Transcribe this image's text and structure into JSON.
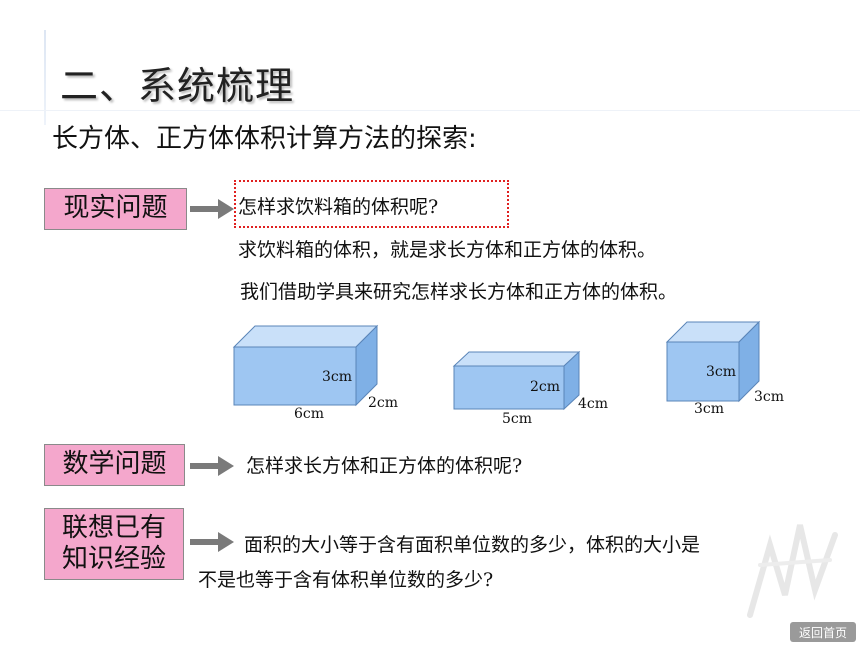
{
  "title": "二、系统梳理",
  "subtitle": "长方体、正方体体积计算方法的探索:",
  "sections": {
    "real_problem": {
      "label": "现实问题",
      "question": "怎样求饮料箱的体积呢?",
      "line1": "求饮料箱的体积，就是求长方体和正方体的体积。",
      "line2": "我们借助学具来研究怎样求长方体和正方体的体积。"
    },
    "math_problem": {
      "label": "数学问题",
      "question": "怎样求长方体和正方体的体积呢?"
    },
    "prior_knowledge": {
      "label_line1": "联想已有",
      "label_line2": "知识经验",
      "text_line1": "面积的大小等于含有面积单位数的多少，体积的大小是",
      "text_line2": "不是也等于含有体积单位数的多少?"
    }
  },
  "boxes": [
    {
      "height": "3cm",
      "depth": "2cm",
      "length": "6cm"
    },
    {
      "height": "2cm",
      "depth": "4cm",
      "length": "5cm"
    },
    {
      "height": "3cm",
      "depth": "3cm",
      "length": "3cm"
    }
  ],
  "colors": {
    "label_bg": "#f4a7cc",
    "box_front": "#9ec6f2",
    "box_top": "#c9e0f9",
    "box_side": "#7fb0e6",
    "highlight_border": "#e02020",
    "arrow": "#7a7a7a"
  },
  "nav": {
    "home_label": "返回首页"
  }
}
